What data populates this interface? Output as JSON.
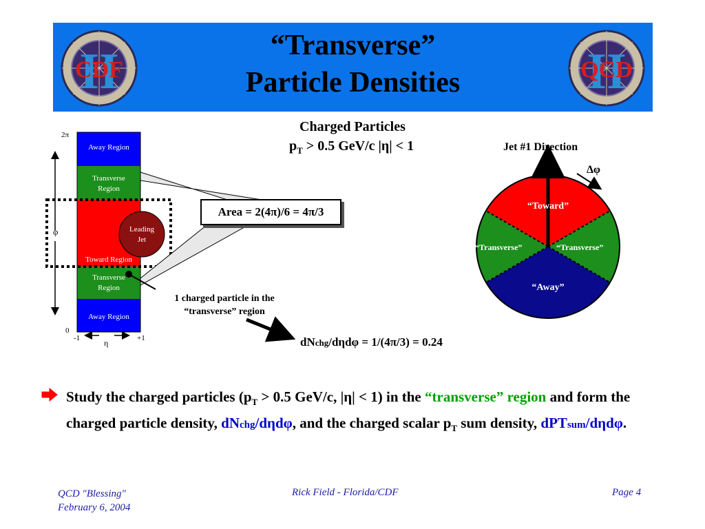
{
  "title": {
    "line1": "“Transverse”",
    "line2": "Particle Densities"
  },
  "logos": {
    "left": "CDF",
    "right": "QCD",
    "numeral": "II"
  },
  "header": {
    "charged": "Charged Particles",
    "cut_pT": "p",
    "cut_T": "T",
    "cut_rest": " > 0.5 GeV/c |η| < 1"
  },
  "left_diagram": {
    "away_top": "Away Region",
    "transverse_top_1": "Transverse",
    "transverse_top_2": "Region",
    "toward": "Toward Region",
    "transverse_bot_1": "Transverse",
    "transverse_bot_2": "Region",
    "away_bot": "Away Region",
    "leading_1": "Leading",
    "leading_2": "Jet",
    "two_pi": "2π",
    "zero": "0",
    "phi": "φ",
    "eta": "η",
    "minus_one": "-1",
    "plus_one": "+1"
  },
  "area_box": "Area = 2(4π)/6 = 4π/3",
  "particle_note_1": "1 charged particle in the",
  "particle_note_2": "“transverse” region",
  "density_result": {
    "prefix": "dN",
    "sub": "chg",
    "rest": "/dηdφ = 1/(4π/3) = 0.24"
  },
  "right_diagram": {
    "jet_direction": "Jet #1 Direction",
    "delta_phi": "Δφ",
    "toward": "“Toward”",
    "transverse_left": "“Transverse”",
    "transverse_right": "“Transverse”",
    "away": "“Away”"
  },
  "bullet": {
    "p1": "Study the charged particles (p",
    "p1_sub": "T",
    "p2": " > 0.5 GeV/c, |η| < 1) in the ",
    "p3_green": "“transverse” region",
    "p4": " and form the charged particle density, ",
    "p5_blue": "dN",
    "p5_sub": "chg",
    "p6_blue": "/dηdφ",
    "p7": ", and the charged scalar p",
    "p7_sub": "T",
    "p8": " sum density, ",
    "p9_blue": "dPT",
    "p9_sub": "sum",
    "p10_blue": "/dηdφ",
    "p11": "."
  },
  "footer": {
    "left_1": "QCD \"Blessing\"",
    "left_2": "February 6, 2004",
    "center": "Rick Field - Florida/CDF",
    "right": "Page 4"
  },
  "colors": {
    "banner": "#0a73ea",
    "away": "#0000ff",
    "transverse": "#1c8f1c",
    "toward": "#ff0000",
    "pie_away": "#0a0a8c",
    "leading_jet": "#8b1010",
    "link_green": "#00a000",
    "link_blue": "#0000cc",
    "footer": "#1a1aa6"
  }
}
